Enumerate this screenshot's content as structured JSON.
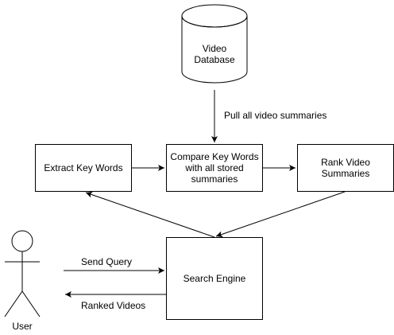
{
  "nodes": {
    "database": {
      "line1": "Video",
      "line2": "Database"
    },
    "extract": {
      "line1": "Extract Key Words"
    },
    "compare": {
      "line1": "Compare Key Words",
      "line2": "with all stored",
      "line3": "summaries"
    },
    "rank": {
      "line1": "Rank Video",
      "line2": "Summaries"
    },
    "search": {
      "line1": "Search Engine"
    }
  },
  "edges": {
    "pull": "Pull all video summaries",
    "send": "Send Query",
    "ranked": "Ranked Videos"
  },
  "actor": {
    "label": "User"
  },
  "colors": {
    "stroke": "#000000",
    "fill": "#ffffff"
  }
}
